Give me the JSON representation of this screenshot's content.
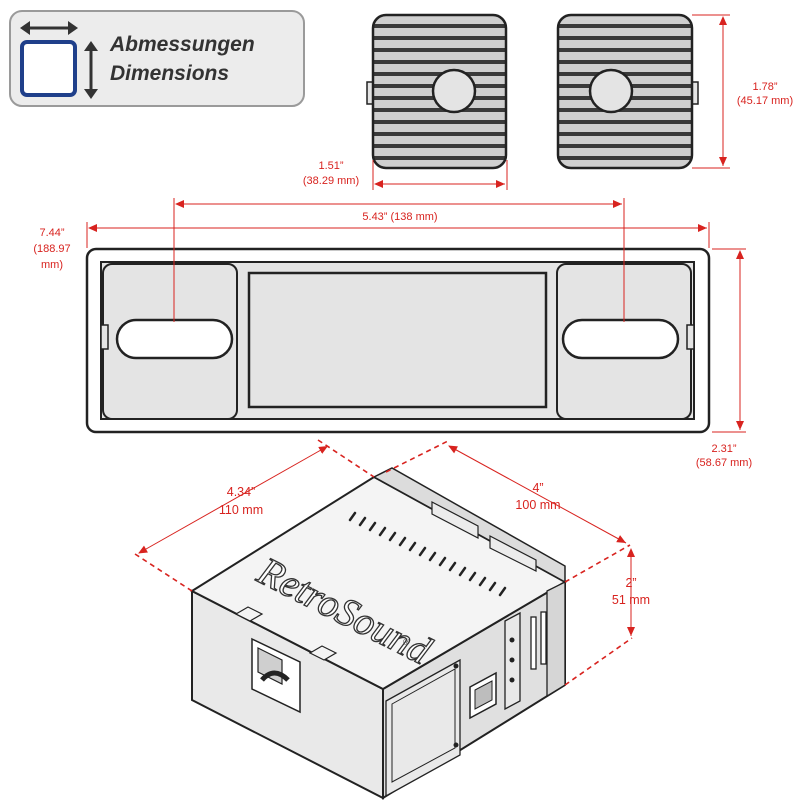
{
  "badge": {
    "line1": "Abmessungen",
    "line2": "Dimensions"
  },
  "knobs": {
    "width": {
      "inch": "1.51”",
      "mm": "(38.29 mm)"
    },
    "height": {
      "inch": "1.78”",
      "mm": "(45.17 mm)"
    }
  },
  "faceplate": {
    "knob_spacing": "5.43” (138 mm)",
    "width": {
      "inch": "7.44”",
      "mm_line1": "(188.97",
      "mm_line2": "mm)"
    },
    "height": {
      "inch": "2.31”",
      "mm": "(58.67 mm)"
    }
  },
  "chassis": {
    "depth": {
      "inch": "4.34”",
      "mm": "110 mm"
    },
    "width": {
      "inch": "4”",
      "mm": "100 mm"
    },
    "height": {
      "inch": "2”",
      "mm": "51 mm"
    },
    "logo": "RetroSound",
    "registered_mark": "®"
  },
  "colors": {
    "dimension": "#d8231f",
    "outline": "#222222",
    "panel_fill": "#e4e4e4",
    "badge_blue": "#1f3f8a"
  }
}
